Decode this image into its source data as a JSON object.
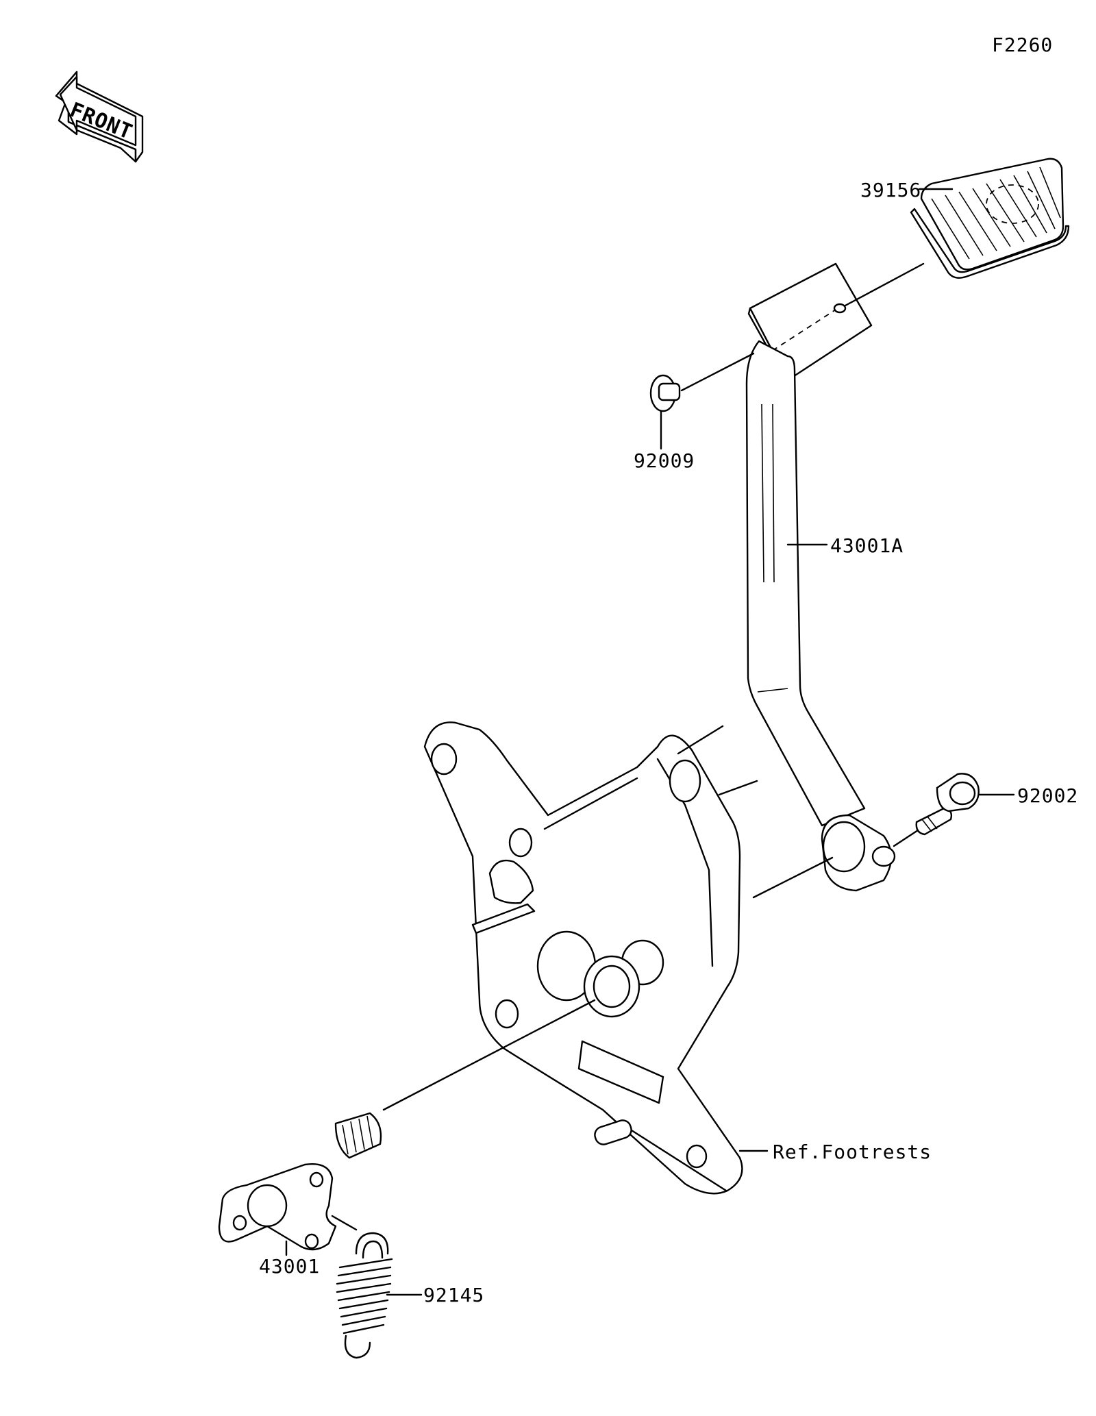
{
  "diagram_code": "F2260",
  "front_arrow_label": "FRONT",
  "parts": [
    {
      "id": "39156",
      "label": "39156"
    },
    {
      "id": "92009",
      "label": "92009"
    },
    {
      "id": "43001A",
      "label": "43001A"
    },
    {
      "id": "92002",
      "label": "92002"
    },
    {
      "id": "ref-footrests",
      "label": "Ref.Footrests"
    },
    {
      "id": "43001",
      "label": "43001"
    },
    {
      "id": "92145",
      "label": "92145"
    }
  ]
}
